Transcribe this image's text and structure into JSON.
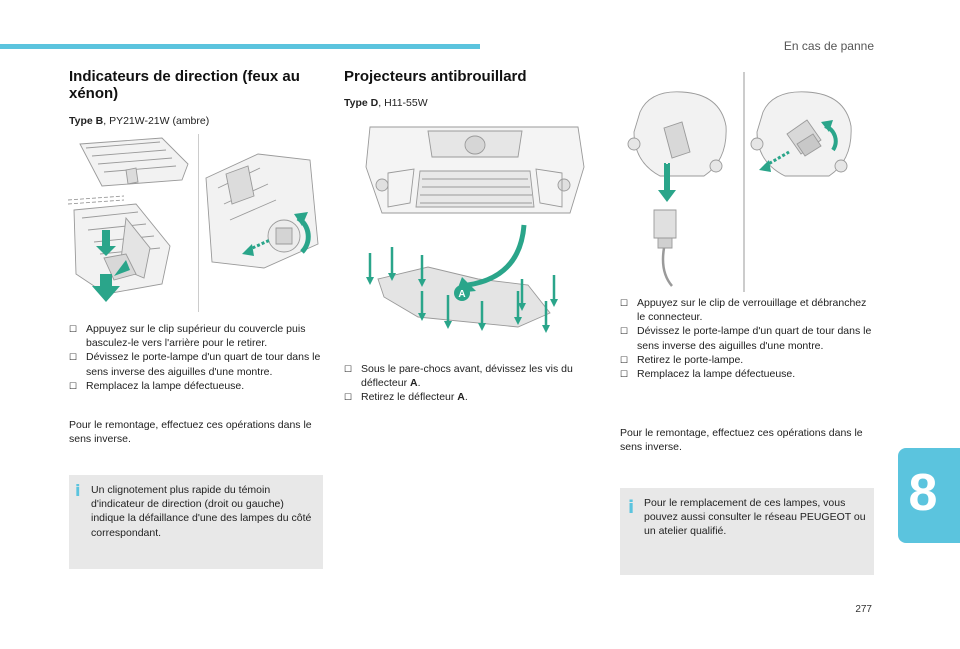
{
  "header": {
    "section": "En cas de panne"
  },
  "chapter": {
    "number": "8"
  },
  "footer": {
    "page": "277"
  },
  "left": {
    "title": "Indicateurs de direction (feux au xénon)",
    "type_label": "Type B",
    "type_value": ", PY21W-21W (ambre)",
    "steps": [
      "Appuyez sur le clip supérieur du couvercle puis basculez-le vers l'arrière pour le retirer.",
      "Dévissez le porte-lampe d'un quart de tour dans le sens inverse des aiguilles d'une montre.",
      "Remplacez la lampe défectueuse."
    ],
    "paragraph": "Pour le remontage, effectuez ces opérations dans le sens inverse.",
    "info": "Un clignotement plus rapide du témoin d'indicateur de direction (droit ou gauche) indique la défaillance d'une des lampes du côté correspondant."
  },
  "middle": {
    "title": "Projecteurs antibrouillard",
    "type_label": "Type D",
    "type_value": ", H11-55W",
    "callout": "A",
    "steps": [
      {
        "text": "Sous le pare-chocs avant, dévissez les vis du déflecteur ",
        "ref": "A",
        "end": "."
      },
      {
        "text": "Retirez le déflecteur ",
        "ref": "A",
        "end": "."
      }
    ]
  },
  "right": {
    "steps": [
      "Appuyez sur le clip de verrouillage et débranchez le connecteur.",
      "Dévissez le porte-lampe d'un quart de tour dans le sens inverse des aiguilles d'une montre.",
      "Retirez le porte-lampe.",
      "Remplacez la lampe défectueuse."
    ],
    "paragraph": "Pour le remontage, effectuez ces opérations dans le sens inverse.",
    "info": "Pour le remplacement de ces lampes, vous pouvez aussi consulter le réseau PEUGEOT ou un atelier qualifié."
  },
  "icons": {
    "bullet": "checkbox-bullet-icon",
    "info": "info-icon"
  },
  "colors": {
    "accent": "#5bc4de",
    "arrow": "#2aa58a",
    "info_bg": "#e8e8e8"
  }
}
